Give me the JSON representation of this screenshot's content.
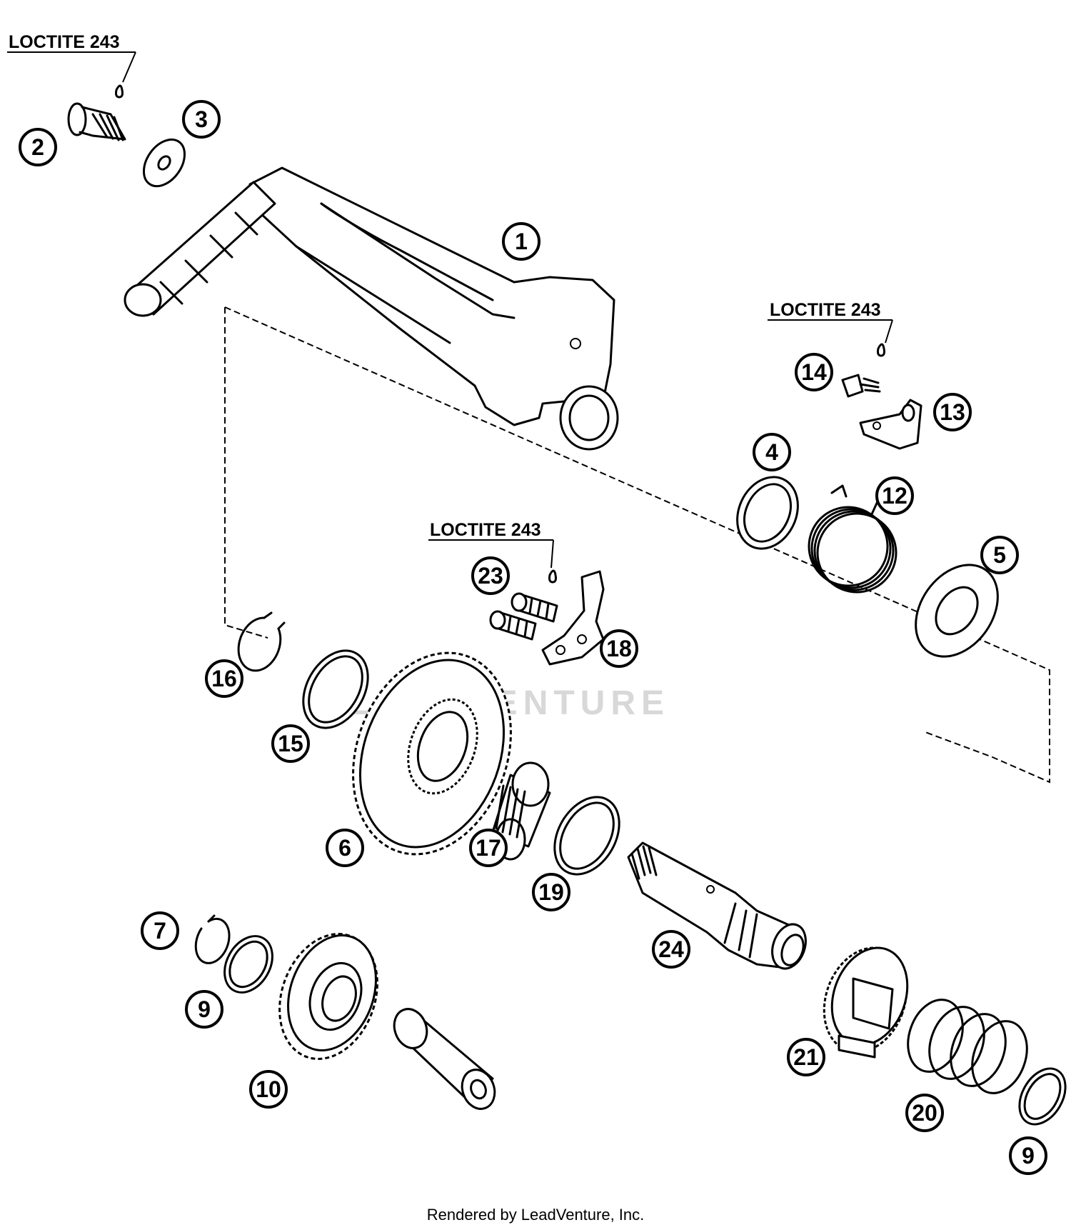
{
  "diagram": {
    "adhesive_label": "LOCTITE 243",
    "watermark": "LEADVENTURE",
    "footer": "Rendered by LeadVenture, Inc."
  },
  "callouts": [
    "1",
    "2",
    "3",
    "4",
    "5",
    "6",
    "7",
    "9",
    "9",
    "10",
    "12",
    "13",
    "14",
    "15",
    "16",
    "17",
    "18",
    "19",
    "20",
    "21",
    "23",
    "24"
  ]
}
